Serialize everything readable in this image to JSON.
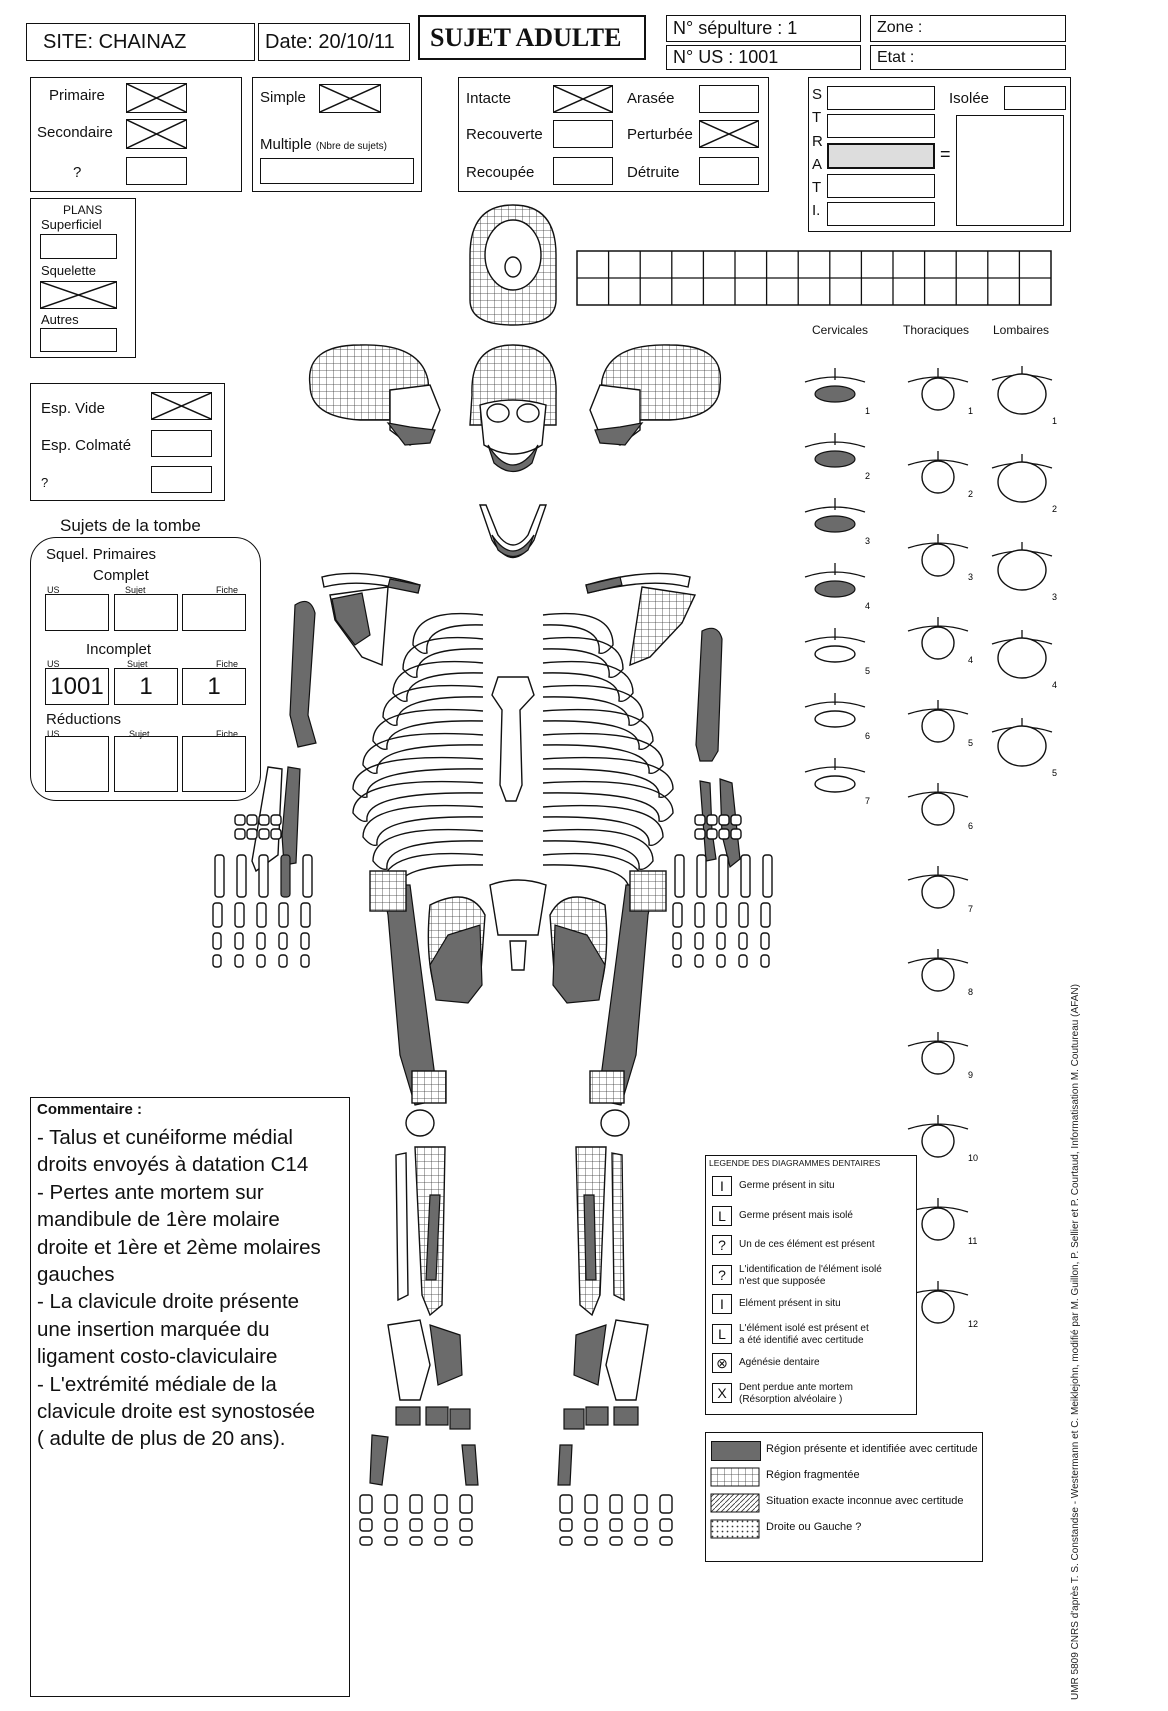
{
  "header": {
    "site": "SITE:  CHAINAZ",
    "date": "Date: 20/10/11",
    "title": "SUJET  ADULTE",
    "sepulture": "N° sépulture : 1",
    "us": "N° US : 1001",
    "zone": "Zone   :",
    "etat": "Etat :"
  },
  "depot": {
    "primaire": "Primaire",
    "secondaire": "Secondaire",
    "unknown": "?"
  },
  "type": {
    "simple": "Simple",
    "multiple": "Multiple",
    "multiple_note": "(Nbre de sujets)"
  },
  "etat_sep": {
    "intacte": "Intacte",
    "recouverte": "Recouverte",
    "recoupee": "Recoupée",
    "arasee": "Arasée",
    "perturbee": "Perturbée",
    "detruite": "Détruite"
  },
  "strati": {
    "letters": [
      "S",
      "T",
      "R",
      "A",
      "T",
      "I."
    ],
    "isolee": "Isolée",
    "equals": "="
  },
  "plans": {
    "title": "PLANS",
    "superficiel": "Superficiel",
    "squelette": "Squelette",
    "autres": "Autres"
  },
  "espace": {
    "vide": "Esp. Vide",
    "colmate": "Esp. Colmaté",
    "unknown": "?"
  },
  "sujets": {
    "title": "Sujets de la tombe",
    "primaires": "Squel. Primaires",
    "complet": "Complet",
    "incomplet": "Incomplet",
    "reductions": "Réductions",
    "col_us": "US",
    "col_sujet": "Sujet",
    "col_fiche": "Fiche",
    "incomplet_values": [
      "1001",
      "1",
      "1"
    ]
  },
  "vertebrae": {
    "cervicales": "Cervicales",
    "thoraciques": "Thoraciques",
    "lombaires": "Lombaires",
    "c_nums": [
      "1",
      "2",
      "3",
      "4",
      "5",
      "6",
      "7"
    ],
    "t_nums": [
      "1",
      "2",
      "3",
      "4",
      "5",
      "6",
      "7",
      "8",
      "9",
      "10",
      "11",
      "12"
    ],
    "l_nums": [
      "1",
      "2",
      "3",
      "4",
      "5"
    ]
  },
  "commentaire": {
    "title": "Commentaire :",
    "lines": [
      "- Talus et cunéiforme médial",
      "droits envoyés à datation C14",
      "- Pertes ante mortem sur",
      "mandibule de 1ère molaire",
      "droite et 1ère et 2ème molaires",
      "gauches",
      "- La clavicule droite présente",
      "une insertion marquée du",
      "ligament costo-claviculaire",
      "- L'extrémité médiale de la",
      "clavicule droite est synostosée",
      "( adulte de plus de 20 ans)."
    ]
  },
  "legende_dentaire": {
    "title": "LEGENDE DES DIAGRAMMES DENTAIRES",
    "items": [
      {
        "sym": "I",
        "text": "Germe présent in situ"
      },
      {
        "sym": "L",
        "text": "Germe présent mais isolé"
      },
      {
        "sym": "?",
        "text": "Un de ces élément est  présent"
      },
      {
        "sym": "?",
        "text": "L'identification de l'élément isolé",
        "text2": "n'est que supposée"
      },
      {
        "sym": "I",
        "text": "Elément  présent in situ"
      },
      {
        "sym": "L",
        "text": "L'élément isolé est présent et",
        "text2": "a été identifié avec certitude"
      },
      {
        "sym": "⊗",
        "text": "Agénésie dentaire"
      },
      {
        "sym": "X",
        "text": "Dent perdue ante mortem",
        "text2": "(Résorption alvéolaire )"
      }
    ]
  },
  "legende_regions": [
    "Région présente et identifiée avec certitude",
    "Région fragmentée",
    "Situation exacte inconnue avec certitude",
    "Droite ou Gauche ?"
  ],
  "credit": "UMR 5809 CNRS d'après T. S. Constandse - Westermann et C. Meiklejohn, modifié par M. Guillon, P. Sellier et P. Courtaud, Informatisation M. Coutureau (AFAN)",
  "colors": {
    "present": "#6b6b6b",
    "ink": "#111111"
  }
}
